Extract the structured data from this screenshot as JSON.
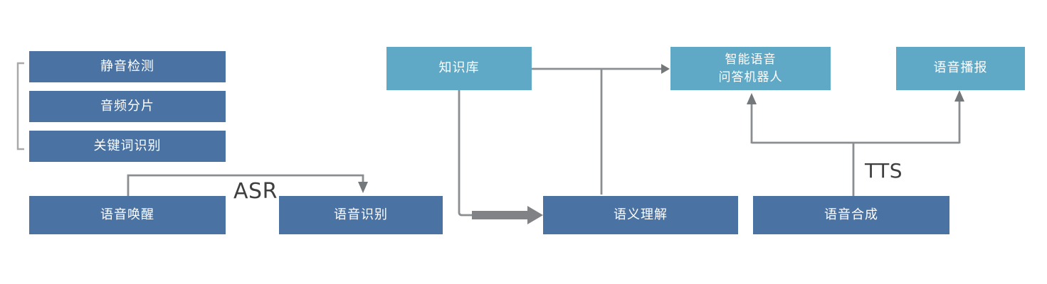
{
  "nodes": {
    "silence_detection": {
      "label": "静音检测"
    },
    "audio_slicing": {
      "label": "音频分片"
    },
    "keyword_recognition": {
      "label": "关键词识别"
    },
    "voice_wakeup": {
      "label": "语音唤醒"
    },
    "speech_recognition": {
      "label": "语音识别"
    },
    "knowledge_base": {
      "label": "知识库"
    },
    "qa_robot": {
      "label": "智能语音\n问答机器人"
    },
    "voice_broadcast": {
      "label": "语音播报"
    },
    "semantic_understanding": {
      "label": "语义理解"
    },
    "speech_synthesis": {
      "label": "语音合成"
    }
  },
  "edge_labels": {
    "asr": "ASR",
    "tts": "TTS"
  },
  "colors": {
    "dark_box": "#4A72A2",
    "light_box": "#5FA8C6",
    "connector_line": "#8A8E91",
    "arrowhead": "#75787B",
    "thick_arrow": "#808285",
    "bracket": "#A9A9A9",
    "box_text": "#FFFFFF",
    "edge_label_text": "#3F3F3F",
    "background": "#FFFFFF"
  }
}
